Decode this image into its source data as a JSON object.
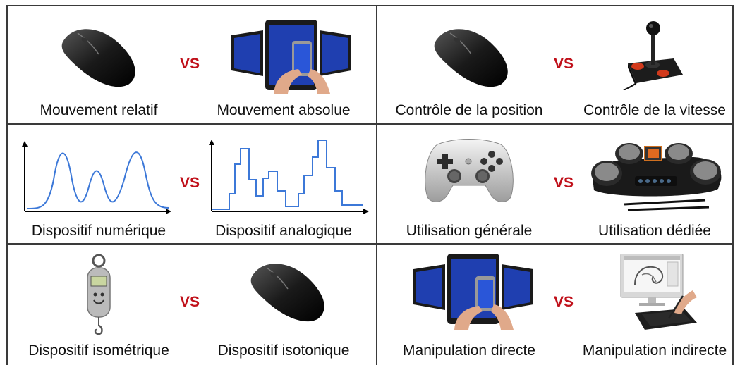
{
  "vs_text": "VS",
  "cells": [
    {
      "left": "Mouvement relatif",
      "right": "Mouvement absolue"
    },
    {
      "left": "Contrôle de la position",
      "right": "Contrôle de la vitesse"
    },
    {
      "left": "Dispositif numérique",
      "right": "Dispositif analogique"
    },
    {
      "left": "Utilisation générale",
      "right": "Utilisation dédiée"
    },
    {
      "left": "Dispositif isométrique",
      "right": "Dispositif isotonique"
    },
    {
      "left": "Manipulation directe",
      "right": "Manipulation indirecte"
    }
  ],
  "colors": {
    "vs": "#c0101a",
    "curve": "#3c78d8",
    "border": "#3a3a3a",
    "screen": "#1f3fb0"
  }
}
